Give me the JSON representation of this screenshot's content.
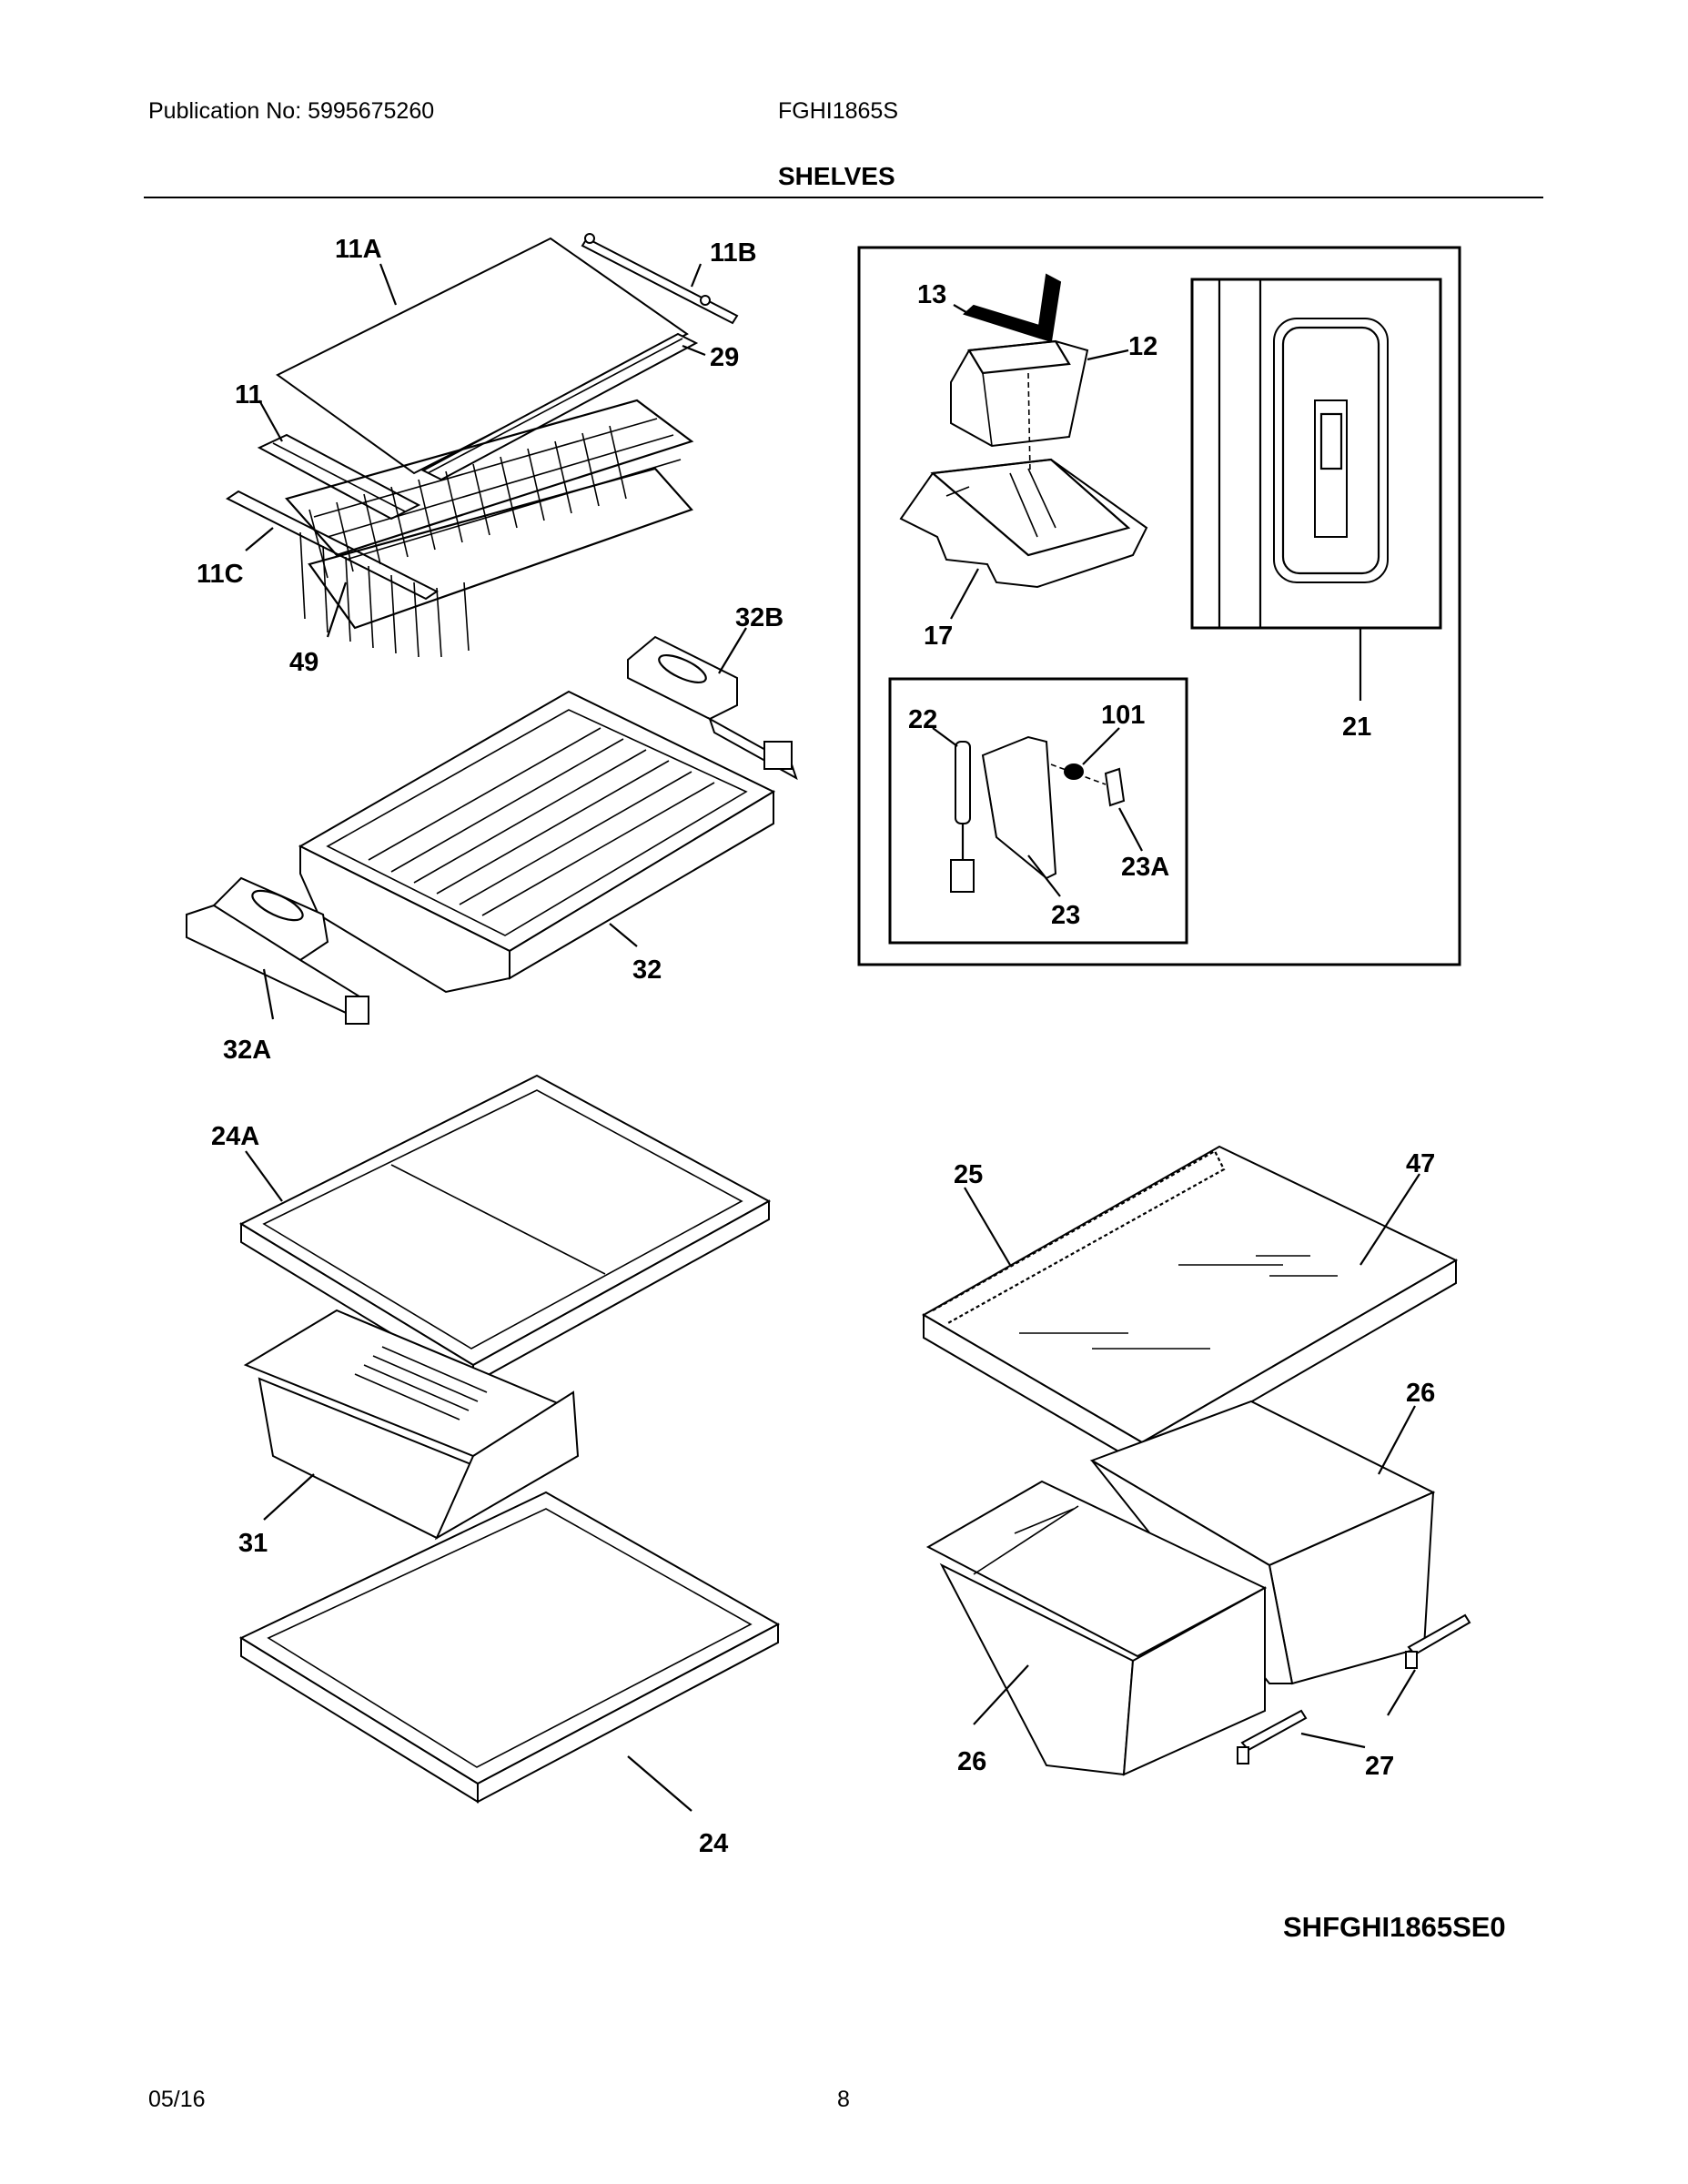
{
  "header": {
    "publication": "Publication No: 5995675260",
    "model": "FGHI1865S",
    "section_title": "SHELVES"
  },
  "callouts": {
    "c11A": "11A",
    "c11B": "11B",
    "c29": "29",
    "c11": "11",
    "c11C": "11C",
    "c49": "49",
    "c32B": "32B",
    "c32": "32",
    "c32A": "32A",
    "c13": "13",
    "c12": "12",
    "c17": "17",
    "c21": "21",
    "c22": "22",
    "c101": "101",
    "c23A": "23A",
    "c23": "23",
    "c24A": "24A",
    "c31": "31",
    "c24": "24",
    "c25": "25",
    "c47": "47",
    "c26a": "26",
    "c26b": "26",
    "c27": "27"
  },
  "diagram_code": "SHFGHI1865SE0",
  "footer": {
    "date": "05/16",
    "page": "8"
  }
}
